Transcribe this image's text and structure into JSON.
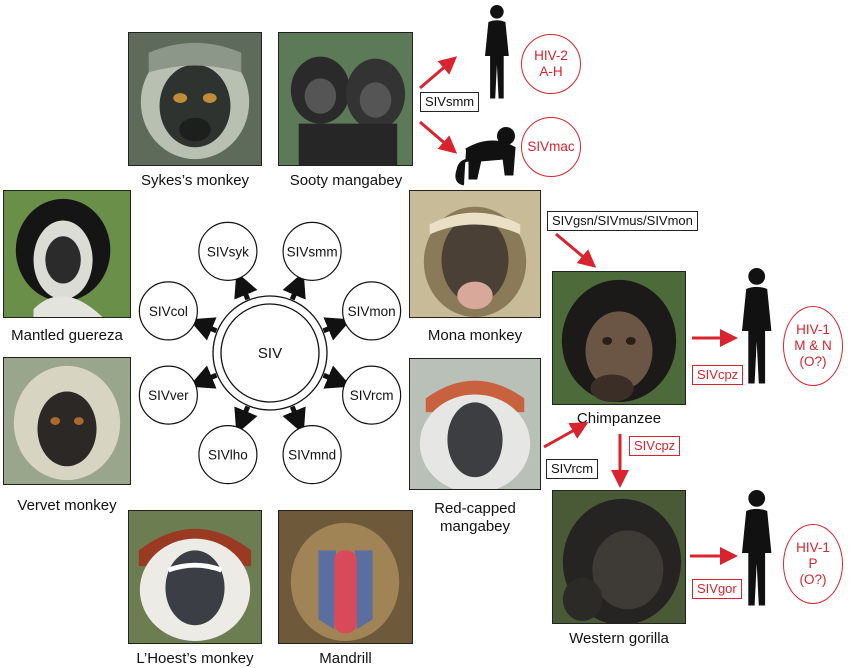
{
  "hub": {
    "center": "SIV",
    "strains": [
      "SIVsyk",
      "SIVsmm",
      "SIVmon",
      "SIVrcm",
      "SIVmnd",
      "SIVlho",
      "SIVver",
      "SIVcol"
    ]
  },
  "primates": {
    "sykes": "Sykes’s monkey",
    "sooty": "Sooty mangabey",
    "guereza": "Mantled guereza",
    "vervet": "Vervet monkey",
    "lhoest": "L’Hoest’s monkey",
    "mandrill": "Mandrill",
    "mona": "Mona monkey",
    "redcapped_1": "Red-capped",
    "redcapped_2": "mangabey",
    "chimp": "Chimpanzee",
    "gorilla": "Western gorilla"
  },
  "labels": {
    "sivsmm": "SIVsmm",
    "gsn_mus_mon": "SIVgsn/SIVmus/SIVmon",
    "sivrcm": "SIVrcm",
    "sivcpz_down": "SIVcpz",
    "sivcpz_right": "SIVcpz",
    "sivgor": "SIVgor"
  },
  "outcomes": {
    "hiv2": [
      "HIV-2",
      "A-H"
    ],
    "sivmac": [
      "SIVmac"
    ],
    "hiv1_mn": [
      "HIV-1",
      "M & N",
      "(O?)"
    ],
    "hiv1_p": [
      "HIV-1",
      "P",
      "(O?)"
    ]
  },
  "colors": {
    "accent_red": "#d9232e",
    "ink": "#111111"
  },
  "icons": [
    "human-silhouette-icon",
    "macaque-silhouette-icon"
  ]
}
